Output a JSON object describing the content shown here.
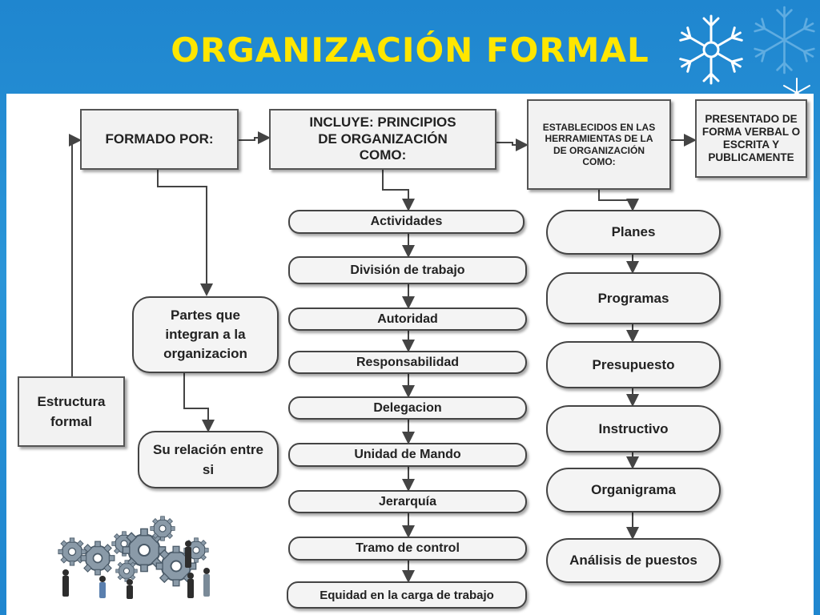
{
  "slide": {
    "title": "ORGANIZACIÓN FORMAL",
    "title_color": "#ffe600",
    "background_color": "#2a8fd5"
  },
  "diagram": {
    "formado_por": "FORMADO POR:",
    "incluye": "INCLUYE: PRINCIPIOS DE ORGANIZACIÓN COMO:",
    "establecidos": "ESTABLECIDOS EN LAS HERRAMIENTAS DE LA DE ORGANIZACIÓN COMO:",
    "presentado": "PRESENTADO DE FORMA VERBAL O ESCRITA Y PUBLICAMENTE",
    "partes": "Partes que integran a la organizacion",
    "relacion": "Su relación entre si",
    "estructura": "Estructura formal",
    "principios": [
      "Actividades",
      "División de trabajo",
      "Autoridad",
      "Responsabilidad",
      "Delegacion",
      "Unidad de Mando",
      "Jerarquía",
      "Tramo de control",
      "Equidad en la carga de trabajo"
    ],
    "herramientas": [
      "Planes",
      "Programas",
      "Presupuesto",
      "Instructivo",
      "Organigrama",
      "Análisis de puestos"
    ]
  },
  "icons": {
    "decoration": "snowflake-icon",
    "image": "gears-teamwork-illustration"
  }
}
